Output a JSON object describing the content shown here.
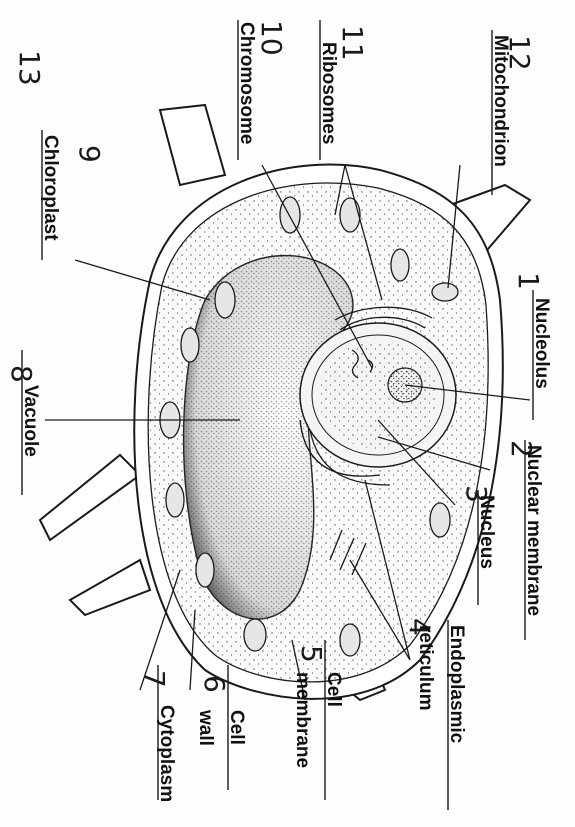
{
  "worksheet": {
    "corner_mark": "13",
    "labels": [
      {
        "id": "nucleolus",
        "number": "1",
        "text": "Nucleolus"
      },
      {
        "id": "nuclear-membrane",
        "number": "2",
        "text": "Nuclear membrane"
      },
      {
        "id": "nucleus",
        "number": "3",
        "text": "Nucleus"
      },
      {
        "id": "endoplasmic-reticulum",
        "number": "4",
        "text_line1": "Endoplasmic",
        "text_line2": "reticulum"
      },
      {
        "id": "cell-membrane",
        "number": "5",
        "text_line1": "Cell",
        "text_line2": "membrane"
      },
      {
        "id": "cell-wall",
        "number": "6",
        "text_line1": "Cell",
        "text_line2": "wall"
      },
      {
        "id": "cytoplasm",
        "number": "7",
        "text": "Cytoplasm"
      },
      {
        "id": "vacuole",
        "number": "8",
        "text": "Vacuole"
      },
      {
        "id": "chloroplast",
        "number": "9",
        "text": "Chloroplast"
      },
      {
        "id": "chromosome",
        "number": "10",
        "text": "Chromosome"
      },
      {
        "id": "ribosomes",
        "number": "11",
        "text": "Ribosomes"
      },
      {
        "id": "mitochondrion",
        "number": "12",
        "text": "Mitochondrion"
      }
    ]
  }
}
